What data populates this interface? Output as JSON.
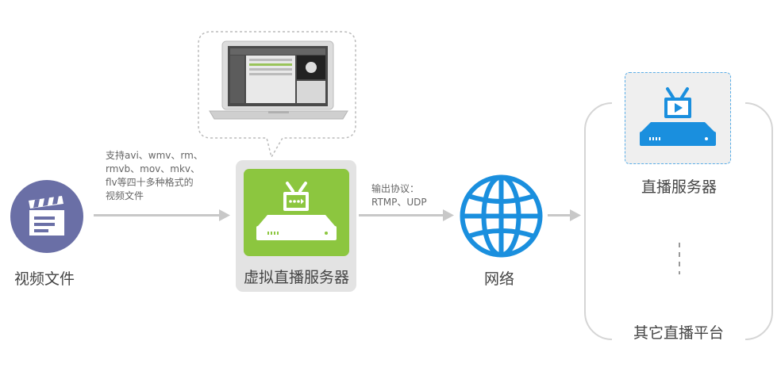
{
  "video_file": {
    "label": "视频文件"
  },
  "formats_note": {
    "lines": [
      "支持avi、wmv、rm、",
      "rmvb、mov、mkv、",
      "flv等四十多种格式的",
      "视频文件"
    ]
  },
  "virtual_server": {
    "label": "虚拟直播服务器"
  },
  "protocol_note": {
    "lines": [
      "输出协议：",
      "RTMP、UDP"
    ]
  },
  "network": {
    "label": "网络"
  },
  "live_server": {
    "label": "直播服务器"
  },
  "ellipsis": {
    "text": "⋮"
  },
  "other_platforms": {
    "label": "其它直播平台"
  },
  "colors": {
    "video_icon": "#6a6fa6",
    "virtual_server_green": "#8cc63f",
    "network_blue": "#1a8fde",
    "arrow_gray": "#c8c8c8",
    "panel_gray": "#e6e6e6"
  }
}
